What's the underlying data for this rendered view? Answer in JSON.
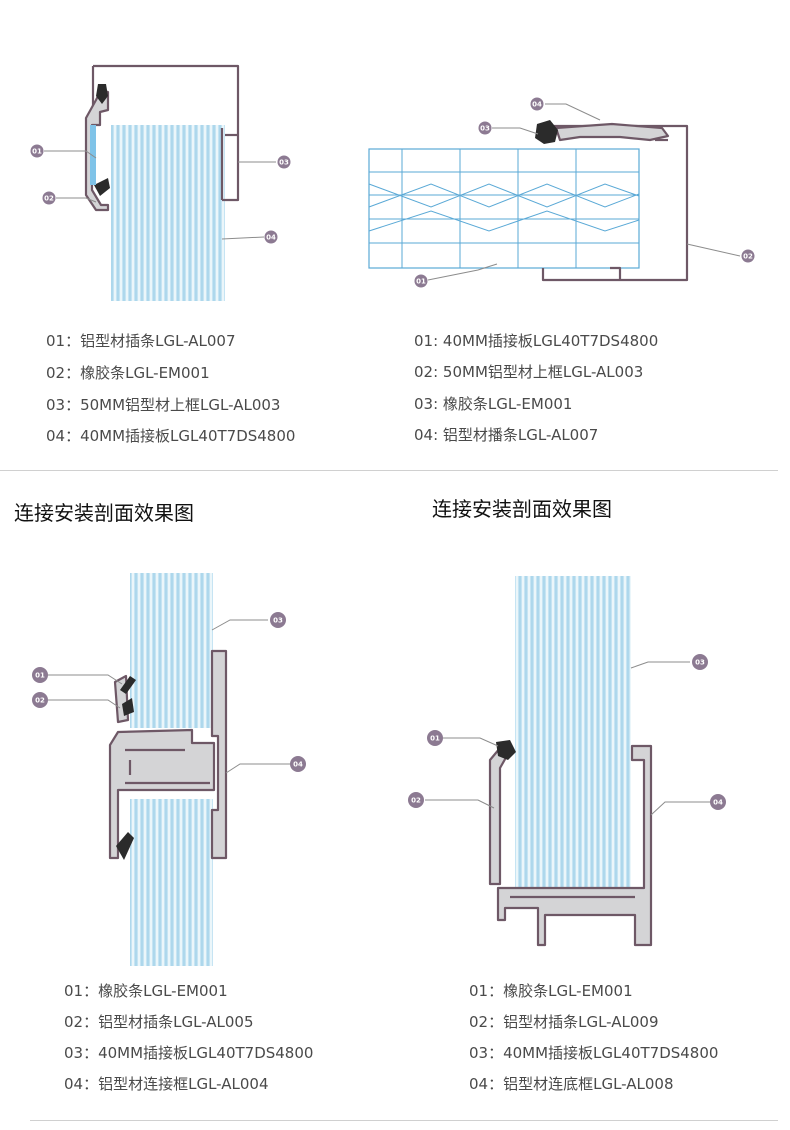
{
  "colors": {
    "callout": "#8c7a92",
    "profile_stroke": "#6e5866",
    "profile_fill": "#d4d4d6",
    "panel_fill": "#bcdff0",
    "panel_rib": "#8cc7e4",
    "grid_line": "#5aa9d6"
  },
  "diagrams": [
    {
      "callouts": [
        "01",
        "02",
        "03",
        "04"
      ]
    },
    {
      "callouts": [
        "01",
        "02",
        "03",
        "04"
      ]
    },
    {
      "callouts": [
        "01",
        "02",
        "03",
        "04"
      ]
    },
    {
      "callouts": [
        "01",
        "02",
        "03",
        "04"
      ]
    }
  ],
  "legends": [
    {
      "items": [
        "01：铝型材插条LGL-AL007",
        "02：橡胶条LGL-EM001",
        "03：50MM铝型材上框LGL-AL003",
        "04：40MM插接板LGL40T7DS4800"
      ]
    },
    {
      "items": [
        "01:  40MM插接板LGL40T7DS4800",
        "02:  50MM铝型材上框LGL-AL003",
        "03:  橡胶条LGL-EM001",
        "04:  铝型材播条LGL-AL007"
      ]
    },
    {
      "items": [
        "01：橡胶条LGL-EM001",
        "02：铝型材插条LGL-AL005",
        "03：40MM插接板LGL40T7DS4800",
        "04：铝型材连接框LGL-AL004"
      ]
    },
    {
      "items": [
        "01：橡胶条LGL-EM001",
        "02：铝型材插条LGL-AL009",
        "03：40MM插接板LGL40T7DS4800",
        "04：铝型材连底框LGL-AL008"
      ]
    }
  ],
  "section_titles": {
    "left": "连接安装剖面效果图",
    "right": "连接安装剖面效果图"
  }
}
